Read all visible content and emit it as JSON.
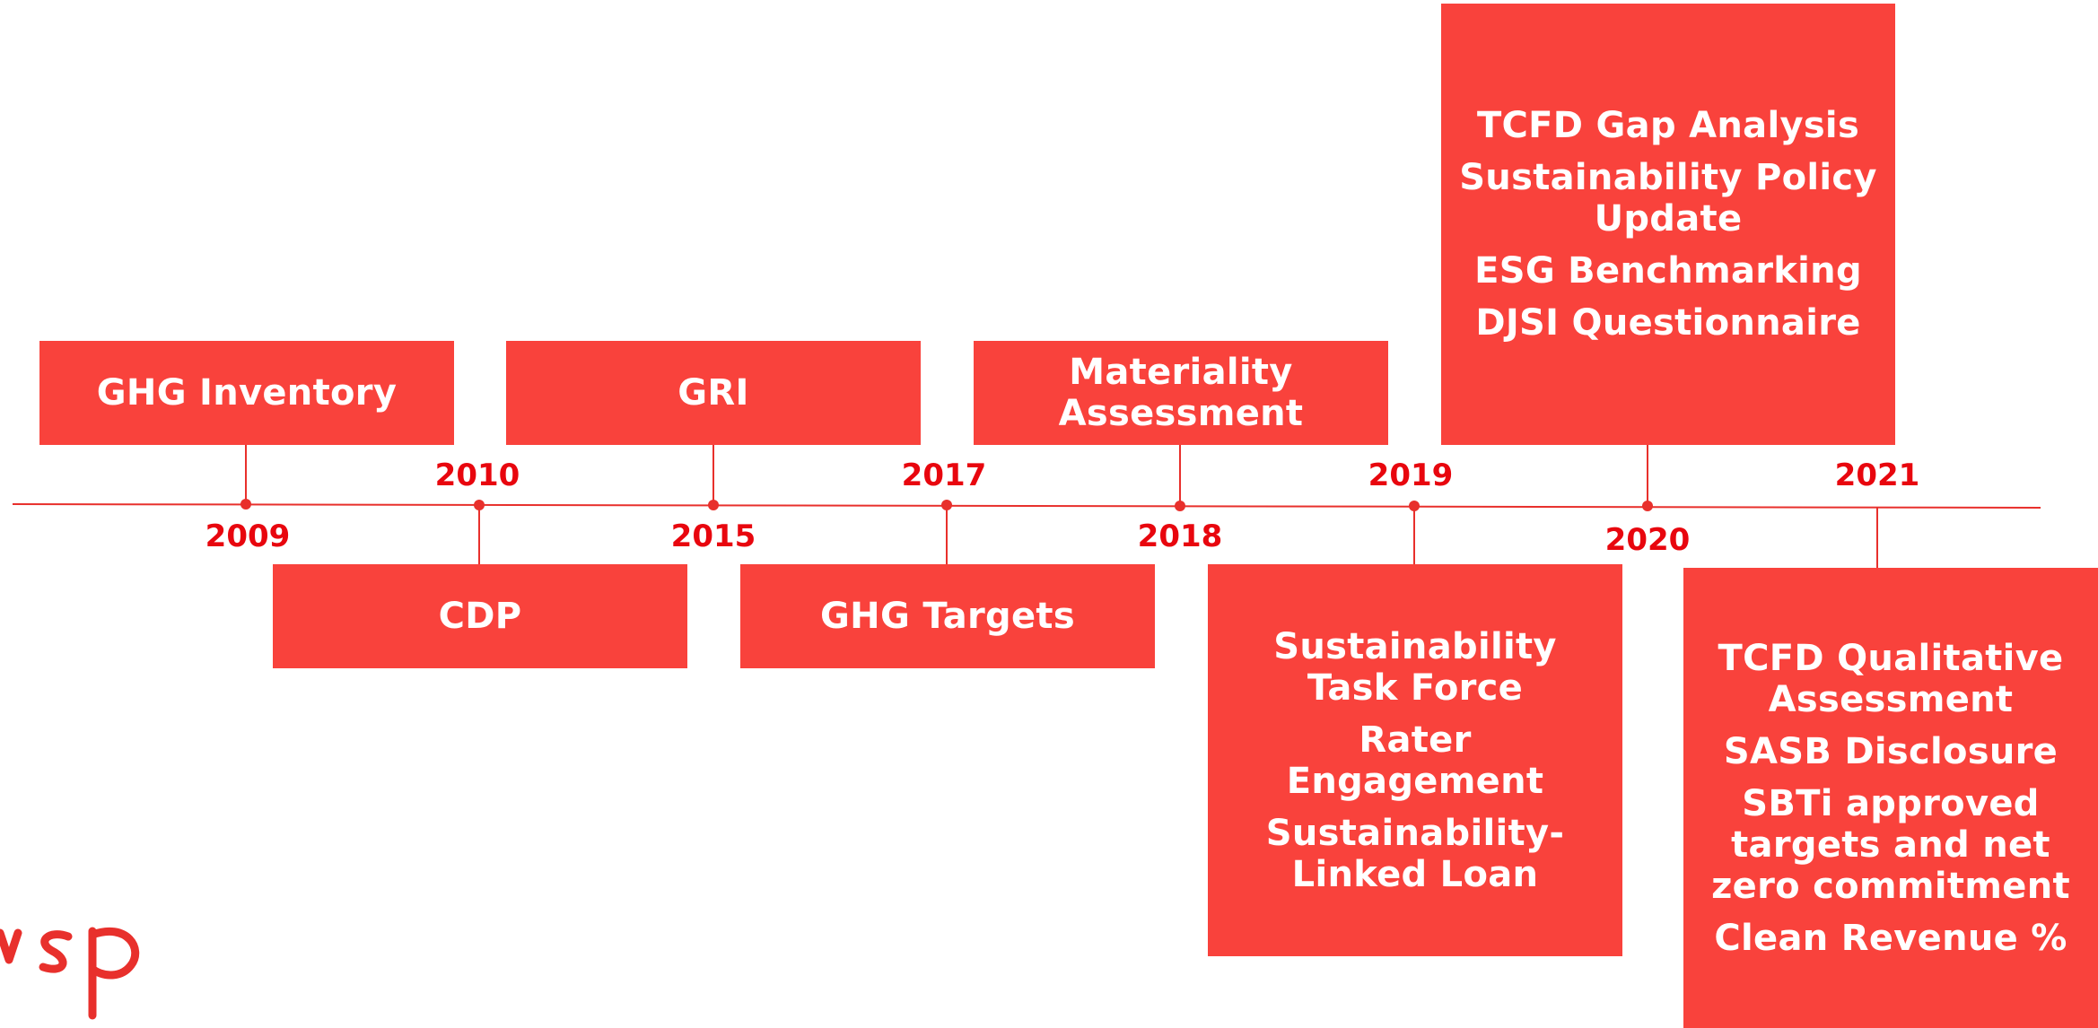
{
  "milestones": [
    {
      "year": "2009",
      "items": [
        "GHG Inventory"
      ]
    },
    {
      "year": "2010",
      "items": [
        "CDP"
      ]
    },
    {
      "year": "2015",
      "items": [
        "GRI"
      ]
    },
    {
      "year": "2017",
      "items": [
        "GHG Targets"
      ]
    },
    {
      "year": "2018",
      "items": [
        "Materiality\nAssessment"
      ]
    },
    {
      "year": "2019",
      "items": [
        "Sustainability\nTask Force",
        "Rater\nEngagement",
        "Sustainability-\nLinked Loan"
      ]
    },
    {
      "year": "2020",
      "items": [
        "TCFD Gap Analysis",
        "Sustainability Policy\nUpdate",
        "ESG Benchmarking",
        "DJSI Questionnaire"
      ]
    },
    {
      "year": "2021",
      "items": [
        "TCFD Qualitative\nAssessment",
        "SASB Disclosure",
        "SBTi approved\ntargets and net\nzero commitment",
        "Clean Revenue %"
      ]
    }
  ],
  "colors": {
    "box": "#f9423c",
    "year_text": "#e8060e",
    "line": "#e8302c"
  },
  "logo": {
    "text": "wsp",
    "icon": "wsp-logo-icon"
  }
}
